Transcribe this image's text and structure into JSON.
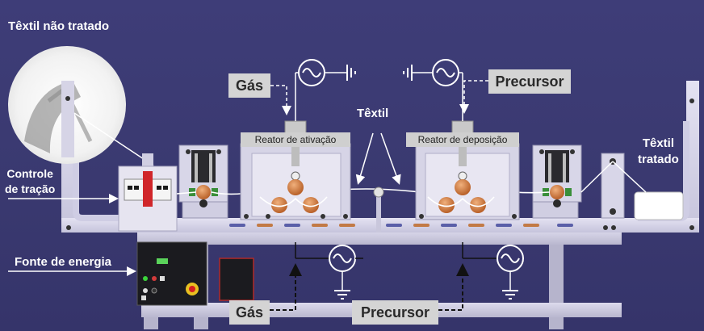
{
  "labels": {
    "untreated_textile": "Têxtil não tratado",
    "tension_control": "Controle\nde tração",
    "power_source": "Fonte de energia",
    "gas_top": "Gás",
    "precursor_top": "Precursor",
    "textile": "Têxtil",
    "treated_textile": "Têxtil\ntratado",
    "gas_bottom": "Gás",
    "precursor_bottom": "Precursor",
    "activation_reactor": "Reator de ativação",
    "deposition_reactor": "Reator de deposição"
  },
  "colors": {
    "background": "#3b3a73",
    "frame": "#d8d6ea",
    "label_box": "#d4d4d4",
    "roller": "#c8743e",
    "switch_red": "#d0262a",
    "panel_dark": "#1b1b1f",
    "indicator_green": "#5bd35b"
  },
  "icons": {
    "ac_source": "ac-source-icon",
    "ground": "ground-icon",
    "emergency_stop": "emergency-stop-icon"
  }
}
